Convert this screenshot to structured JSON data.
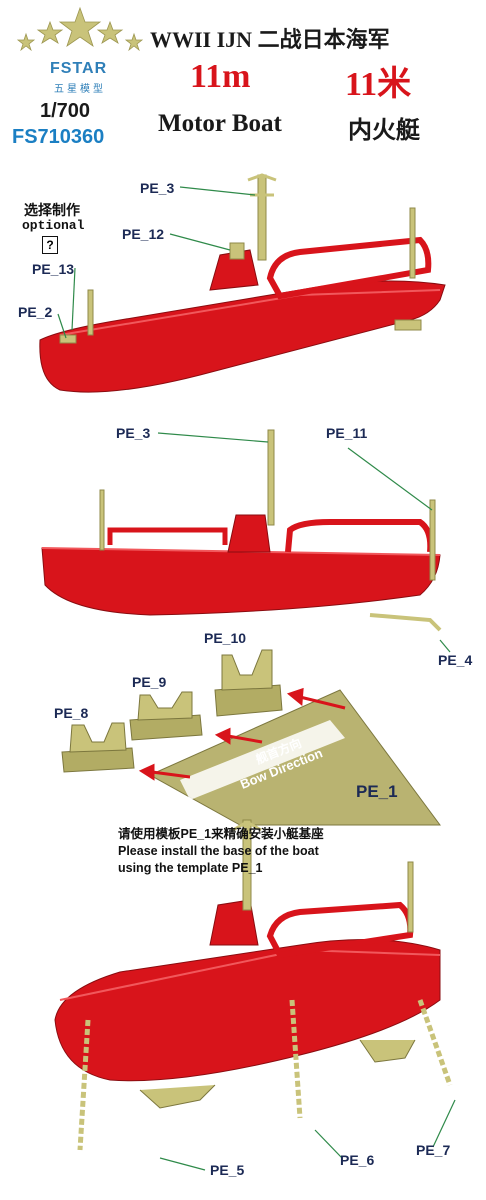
{
  "brand": {
    "name": "FSTAR",
    "name_cn": "五星模型"
  },
  "product": {
    "title": "WWII IJN 二战日本海军",
    "size_en": "11m",
    "size_cn": "11米",
    "name_en": "Motor Boat",
    "name_cn": "内火艇",
    "scale": "1/700",
    "code": "FS710360"
  },
  "optional": {
    "cn": "选择制作",
    "en": "optional",
    "mark": "?"
  },
  "labels": {
    "pe3_a": "PE_3",
    "pe12": "PE_12",
    "pe13": "PE_13",
    "pe2": "PE_2",
    "pe3_b": "PE_3",
    "pe11": "PE_11",
    "pe4": "PE_4",
    "pe10": "PE_10",
    "pe9": "PE_9",
    "pe8": "PE_8",
    "pe1": "PE_1",
    "pe5": "PE_5",
    "pe6": "PE_6",
    "pe7": "PE_7"
  },
  "template": {
    "cn": "舰首方向",
    "en": "Bow Direction"
  },
  "instructions": {
    "cn": "请使用模板PE_1来精确安装小艇基座",
    "en1": "Please install the base of the boat",
    "en2": "using the template PE_1"
  },
  "colors": {
    "hull": "#d8141b",
    "etch": "#c9c37a",
    "leader": "#2f8a4a",
    "accent": "#1b7fc3"
  }
}
